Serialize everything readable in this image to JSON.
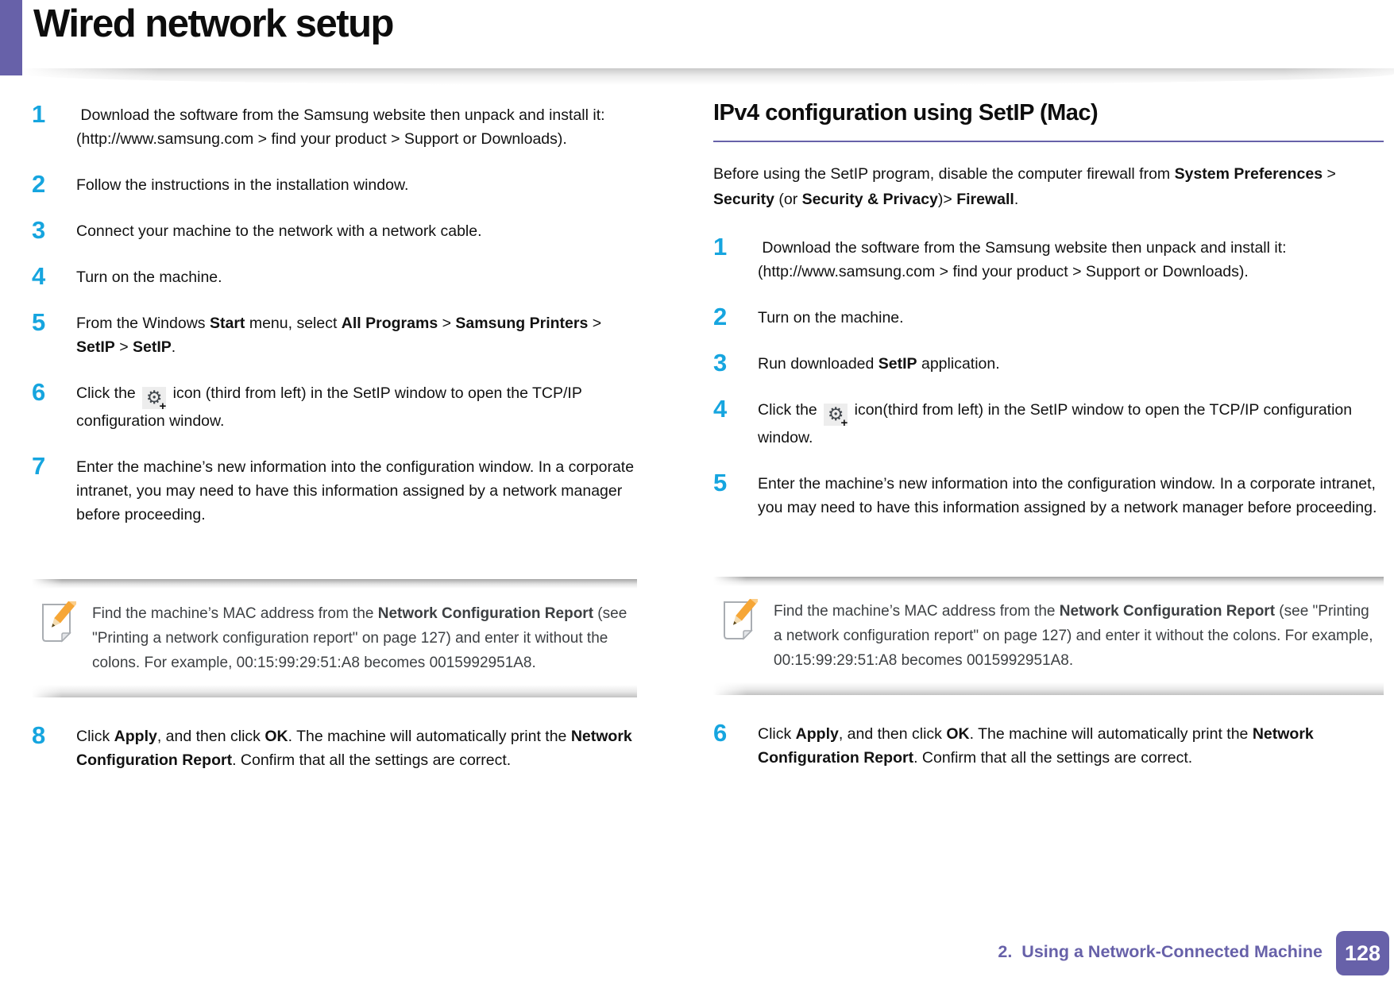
{
  "page": {
    "title": "Wired network setup"
  },
  "colors": {
    "accent_purple": "#6761A9",
    "step_number_cyan": "#16A5DF",
    "note_text_gray": "#3d4043"
  },
  "icons": {
    "setip_tcpip_icon": "gear-plus-icon",
    "note_icon": "paper-pencil-icon"
  },
  "left_column": {
    "steps": [
      {
        "num": "1",
        "segments": [
          {
            "t": " Download the software from the Samsung website then unpack and install it: (http://www.samsung.com > find your product > Support or Downloads)."
          }
        ]
      },
      {
        "num": "2",
        "segments": [
          {
            "t": "Follow the instructions in the installation window."
          }
        ]
      },
      {
        "num": "3",
        "segments": [
          {
            "t": "Connect your machine to the network with a network cable."
          }
        ]
      },
      {
        "num": "4",
        "segments": [
          {
            "t": "Turn on the machine."
          }
        ]
      },
      {
        "num": "5",
        "segments": [
          {
            "t": "From the Windows "
          },
          {
            "t": "Start",
            "b": true
          },
          {
            "t": " menu, select "
          },
          {
            "t": "All Programs",
            "b": true
          },
          {
            "t": " > "
          },
          {
            "t": "Samsung Printers",
            "b": true
          },
          {
            "t": " > "
          },
          {
            "t": "SetIP",
            "b": true
          },
          {
            "t": " > "
          },
          {
            "t": "SetIP",
            "b": true
          },
          {
            "t": "."
          }
        ]
      },
      {
        "num": "6",
        "segments": [
          {
            "t": "Click the "
          },
          {
            "icon": "gear-plus-icon"
          },
          {
            "t": " icon (third from left) in the SetIP window to open the TCP/IP configuration window."
          }
        ]
      },
      {
        "num": "7",
        "segments": [
          {
            "t": "Enter the machine’s new information into the configuration window. In a corporate intranet, you may need to have this information assigned by a network manager before proceeding."
          }
        ]
      }
    ],
    "note_segments": [
      {
        "t": "Find the machine’s MAC address from the "
      },
      {
        "t": "Network Configuration Report",
        "b": true
      },
      {
        "t": " (see \"Printing a network configuration report\" on page 127) and enter it without the colons. For example, 00:15:99:29:51:A8 becomes 0015992951A8."
      }
    ],
    "steps_after_note": [
      {
        "num": "8",
        "segments": [
          {
            "t": "Click "
          },
          {
            "t": "Apply",
            "b": true
          },
          {
            "t": ", and then click "
          },
          {
            "t": "OK",
            "b": true
          },
          {
            "t": ". The machine will automatically print the "
          },
          {
            "t": "Network Configuration Report",
            "b": true
          },
          {
            "t": ". Confirm that all the settings are correct."
          }
        ]
      }
    ]
  },
  "right_column": {
    "heading": "IPv4 configuration using SetIP (Mac)",
    "intro_segments": [
      {
        "t": "Before using the SetIP program, disable the computer firewall from "
      },
      {
        "t": "System Preferences",
        "b": true
      },
      {
        "t": " > "
      },
      {
        "t": "Security",
        "b": true
      },
      {
        "t": " (or "
      },
      {
        "t": "Security & Privacy",
        "b": true
      },
      {
        "t": ")> "
      },
      {
        "t": "Firewall",
        "b": true
      },
      {
        "t": "."
      }
    ],
    "steps": [
      {
        "num": "1",
        "segments": [
          {
            "t": " Download the software from the Samsung website then unpack and install it: (http://www.samsung.com > find your product > Support or Downloads)."
          }
        ]
      },
      {
        "num": "2",
        "segments": [
          {
            "t": "Turn on the machine."
          }
        ]
      },
      {
        "num": "3",
        "segments": [
          {
            "t": "Run downloaded "
          },
          {
            "t": "SetIP",
            "b": true
          },
          {
            "t": " application."
          }
        ]
      },
      {
        "num": "4",
        "segments": [
          {
            "t": "Click the "
          },
          {
            "icon": "gear-plus-icon"
          },
          {
            "t": " icon(third from left) in the SetIP window to open the TCP/IP configuration window."
          }
        ]
      },
      {
        "num": "5",
        "segments": [
          {
            "t": "Enter the machine’s new information into the configuration window. In a corporate intranet, you may need to have this information assigned by a network manager before proceeding."
          }
        ]
      }
    ],
    "note_segments": [
      {
        "t": "Find the machine’s MAC address from the "
      },
      {
        "t": "Network Configuration Report",
        "b": true
      },
      {
        "t": " (see \"Printing a network configuration report\" on page 127) and enter it without the colons. For example, 00:15:99:29:51:A8 becomes 0015992951A8."
      }
    ],
    "steps_after_note": [
      {
        "num": "6",
        "segments": [
          {
            "t": "Click "
          },
          {
            "t": "Apply",
            "b": true
          },
          {
            "t": ", and then click "
          },
          {
            "t": "OK",
            "b": true
          },
          {
            "t": ". The machine will automatically print the "
          },
          {
            "t": "Network Configuration Report",
            "b": true
          },
          {
            "t": ". Confirm that all the settings are correct."
          }
        ]
      }
    ]
  },
  "footer": {
    "section_label": "2.  Using a Network-Connected Machine",
    "page_number": "128"
  }
}
